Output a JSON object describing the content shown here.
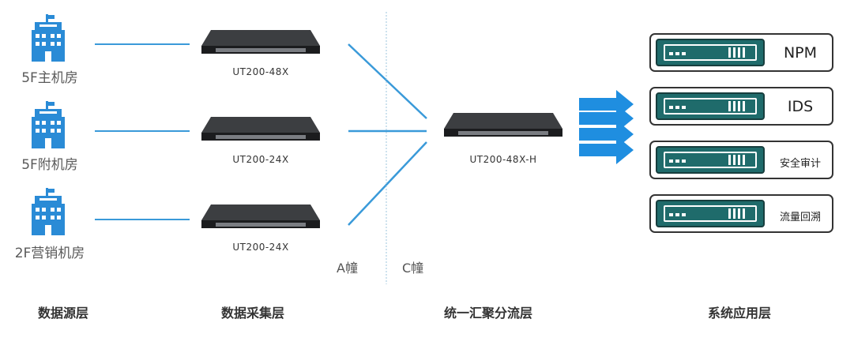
{
  "rooms": [
    "5F主机房",
    "5F附机房",
    "2F营销机房"
  ],
  "collectors": [
    "UT200-48X",
    "UT200-24X",
    "UT200-24X"
  ],
  "aggregator": "UT200-48X-H",
  "buildings": {
    "a": "A幢",
    "c": "C幢"
  },
  "services": [
    "NPM",
    "IDS",
    "安全审计",
    "流量回溯"
  ],
  "layers": [
    "数据源层",
    "数据采集层",
    "统一汇聚分流层",
    "系统应用层"
  ],
  "colors": {
    "building": "#2a8bd6",
    "link": "#3a9ad9",
    "arrow": "#1f8ee0",
    "service_box": "#1f6b6b",
    "dashed_divider": "#9cc4dc"
  }
}
